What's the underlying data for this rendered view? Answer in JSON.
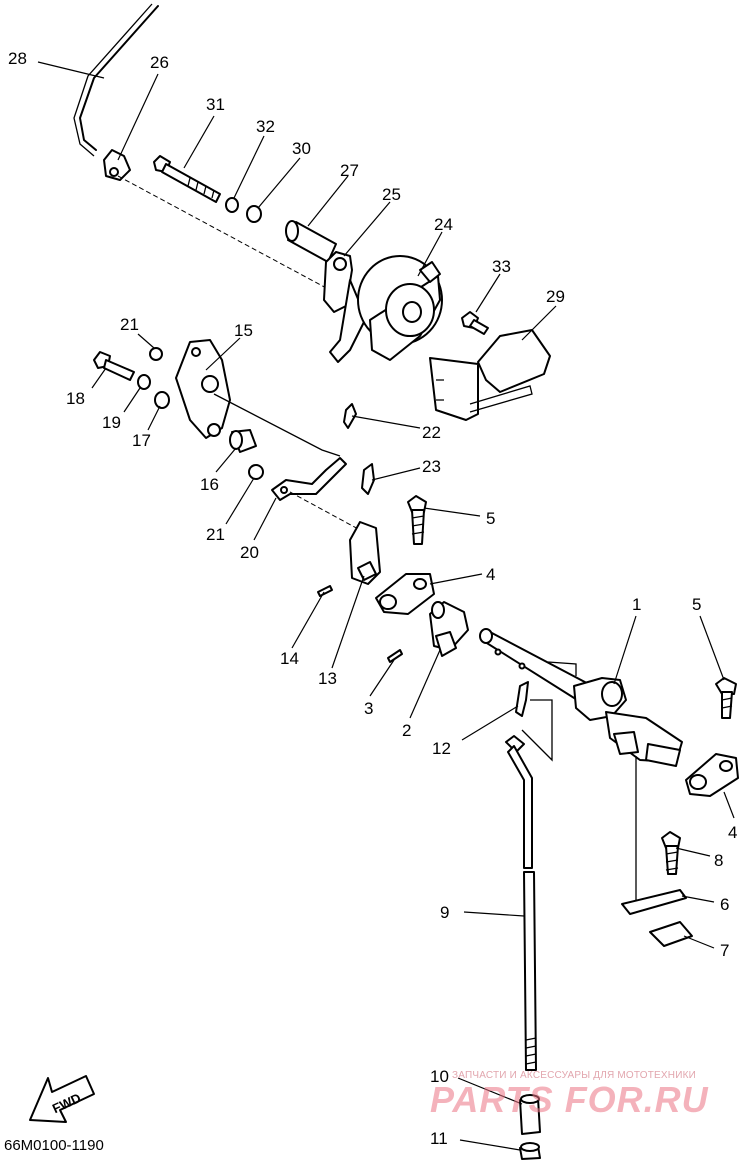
{
  "diagram": {
    "code": "66M0100-1190",
    "fwd_label": "FWD",
    "watermark": {
      "tagline": "ЗАПЧАСТИ И АКСЕССУАРЫ ДЛЯ МОТОТЕХНИКИ",
      "brand": "PARTS FOR.RU"
    },
    "callouts": [
      "1",
      "2",
      "3",
      "4",
      "4",
      "5",
      "5",
      "6",
      "7",
      "8",
      "9",
      "10",
      "11",
      "12",
      "13",
      "14",
      "15",
      "16",
      "17",
      "18",
      "19",
      "20",
      "21",
      "21",
      "22",
      "23",
      "24",
      "25",
      "26",
      "27",
      "28",
      "29",
      "30",
      "31",
      "32",
      "33"
    ]
  }
}
